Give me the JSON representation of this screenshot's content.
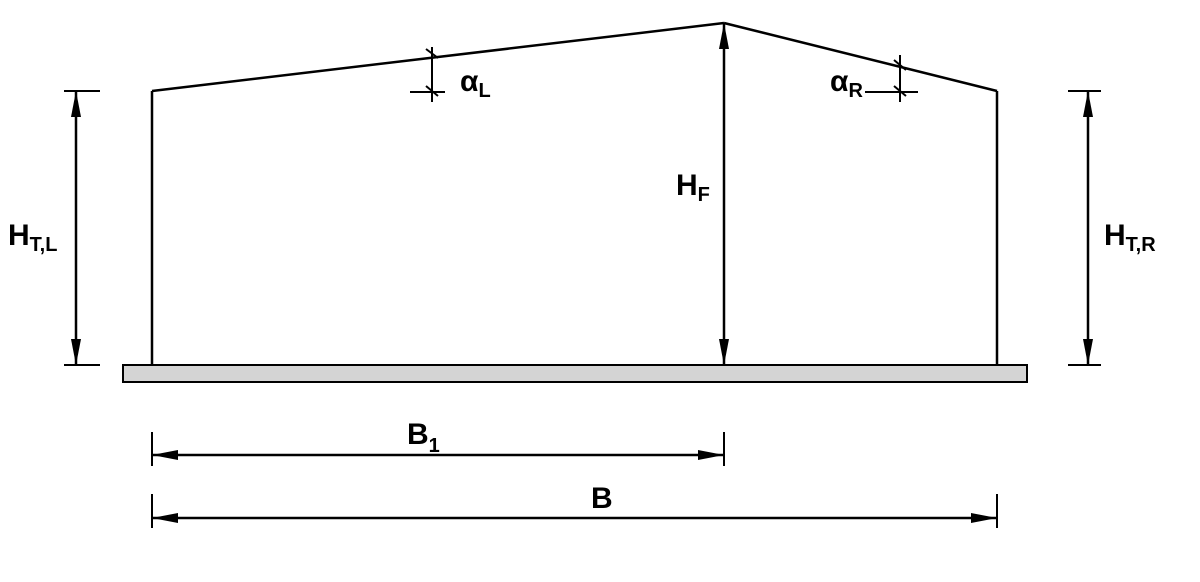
{
  "labels": {
    "alpha_left": {
      "base": "α",
      "sub": "L"
    },
    "alpha_right": {
      "base": "α",
      "sub": "R"
    },
    "height_ridge": {
      "base": "H",
      "sub": "F"
    },
    "height_left": {
      "base": "H",
      "sub": "T,L"
    },
    "height_right": {
      "base": "H",
      "sub": "T,R"
    },
    "ridge_offset": {
      "base": "B",
      "sub": "1"
    },
    "span": {
      "base": "B"
    }
  },
  "colors": {
    "line": "#000000",
    "foundation_fill": "#d4d4d4",
    "background": "#ffffff"
  }
}
